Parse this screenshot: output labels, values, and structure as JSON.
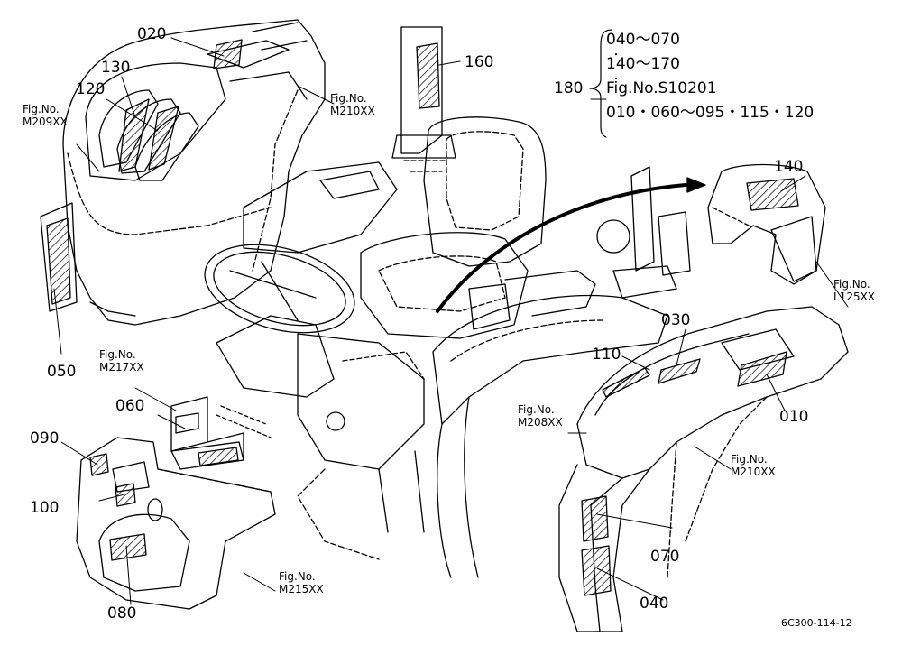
{
  "callouts": {
    "c020": "020",
    "c130": "130",
    "c120": "120",
    "c160": "160",
    "c180": "180",
    "c140": "140",
    "c050": "050",
    "c060": "060",
    "c090": "090",
    "c100": "100",
    "c080": "080",
    "c110": "110",
    "c030": "030",
    "c010": "010",
    "c070": "070",
    "c040": "040"
  },
  "fig_refs": {
    "m209": {
      "line1": "Fig.No.",
      "line2": "M209XX"
    },
    "m210_top": {
      "line1": "Fig.No.",
      "line2": "M210XX"
    },
    "l125": {
      "line1": "Fig.No.",
      "line2": "L125XX"
    },
    "m217": {
      "line1": "Fig.No.",
      "line2": "M217XX"
    },
    "m208": {
      "line1": "Fig.No.",
      "line2": "M208XX"
    },
    "m210_bottom": {
      "line1": "Fig.No.",
      "line2": "M210XX"
    },
    "m215": {
      "line1": "Fig.No.",
      "line2": "M215XX"
    }
  },
  "reference_block": {
    "line1": "040～070",
    "line2": "140～170",
    "line3": "Fig.No.S10201",
    "line4": "010・060～095・115・120",
    "dot": "・"
  },
  "drawing_code": "6C300-114-12",
  "colors": {
    "ink": "#000000",
    "background": "#ffffff"
  }
}
